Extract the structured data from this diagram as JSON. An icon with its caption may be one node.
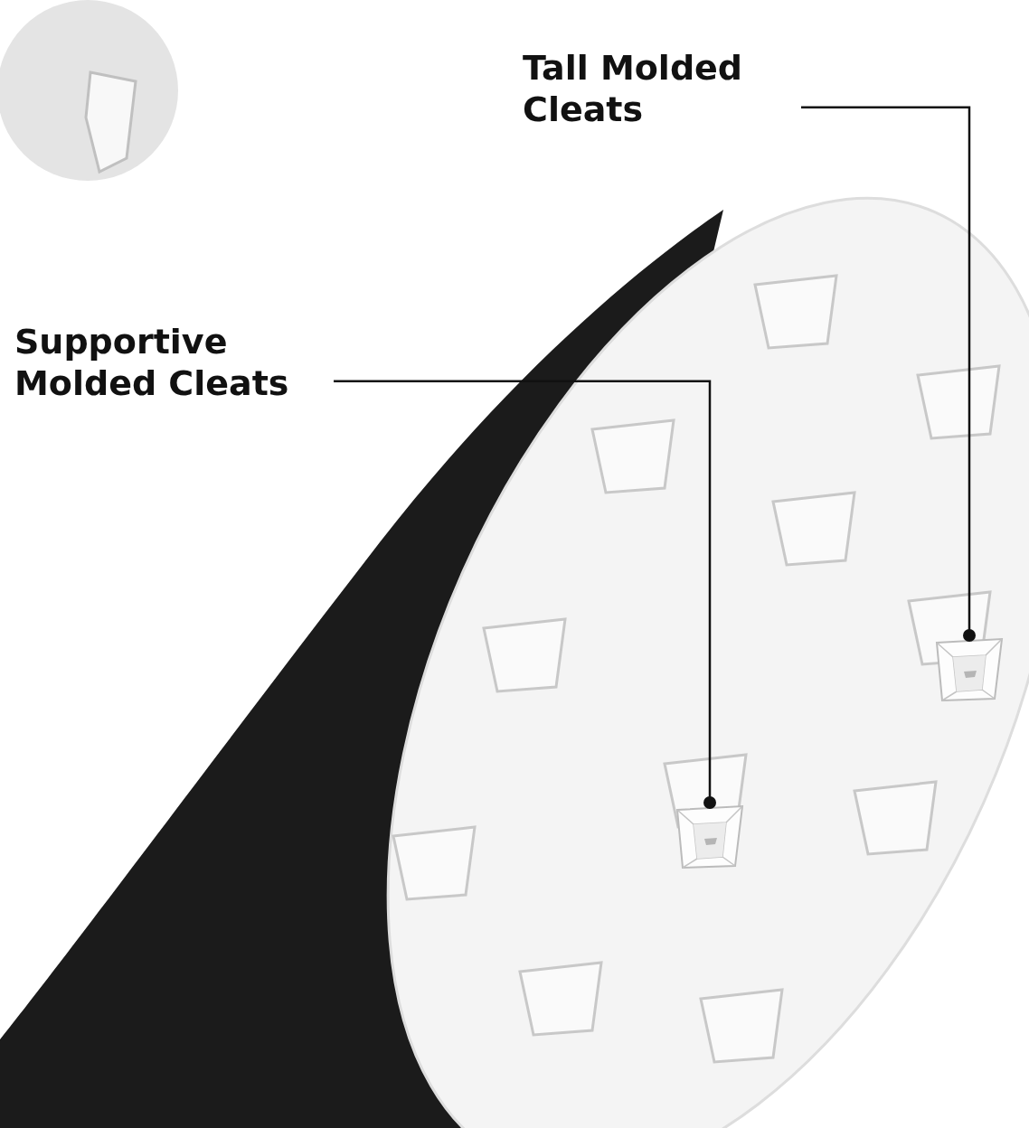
{
  "diagram": {
    "nodes": [
      {
        "text": [
          "Tall Molded Cleats"
        ]
      },
      {
        "text": [
          "Supportive Molded Cleats"
        ]
      },
      {
        "text": [],
        "shape": "picture"
      },
      {
        "text": [],
        "shape": "picture"
      }
    ],
    "edges": [
      {
        "from": 0,
        "to": 2,
        "arrow": "other"
      },
      {
        "from": 1,
        "to": 3,
        "arrow": "other"
      }
    ]
  }
}
